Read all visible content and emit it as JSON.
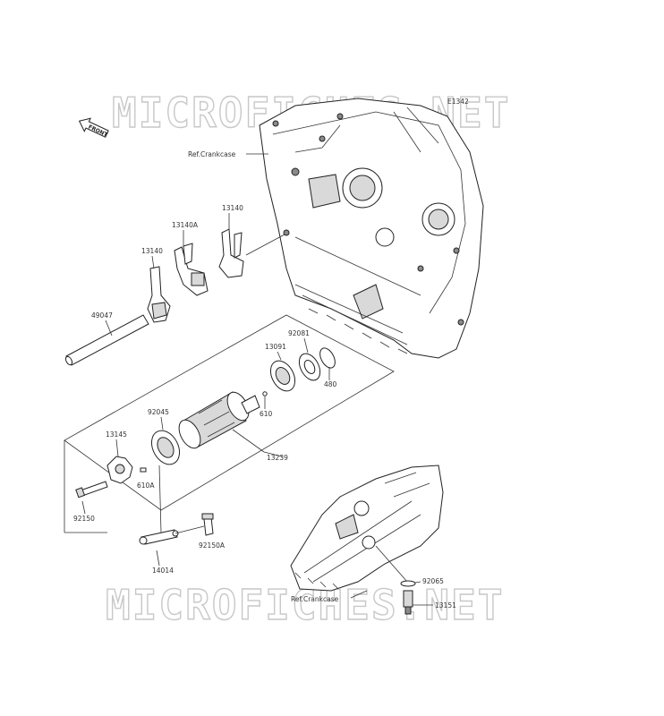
{
  "watermark": "MICROFICHES.NET",
  "diagram_code": "E1342",
  "front_label": "FRONT",
  "ref_labels": [
    "Ref.Crankcase",
    "Ref.Crankcase"
  ],
  "parts": {
    "p13140_top": "13140",
    "p13140A": "13140A",
    "p13140_left": "13140",
    "p49047": "49047",
    "p92081": "92081",
    "p13091": "13091",
    "p480": "480",
    "p610": "610",
    "p92045": "92045",
    "p13145": "13145",
    "p610A": "610A",
    "p13239": "13239",
    "p92150": "92150",
    "p92150A": "92150A",
    "p14014": "14014",
    "p92065": "92065",
    "p13151": "13151"
  },
  "colors": {
    "line": "#333333",
    "watermark": "#c8c8c8",
    "shade": "#d9d9d9"
  }
}
